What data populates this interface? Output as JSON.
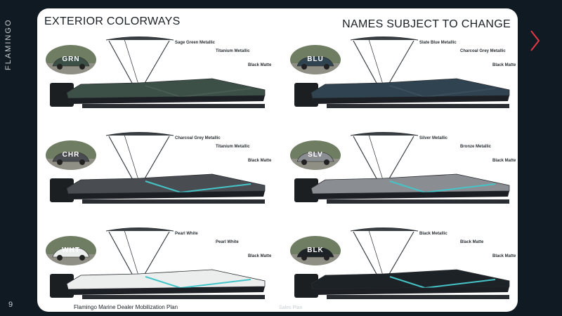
{
  "brand": "FLAMINGO",
  "page_number": "9",
  "title": "EXTERIOR COLORWAYS",
  "subtitle": "NAMES SUBJECT TO CHANGE",
  "footer": "Flamingo Marine Dealer Mobilization Plan",
  "footer_secondary": "Sales Plan",
  "accent": "#e63946",
  "panels": [
    {
      "code": "GRN",
      "hull": "#3c5048",
      "accent": "#4a5c52",
      "callouts": [
        "Sage Green Metallic",
        "Titanium Metallic",
        "Black Matte"
      ]
    },
    {
      "code": "BLU",
      "hull": "#2f4350",
      "accent": "#3a4e5c",
      "callouts": [
        "Slate Blue Metallic",
        "Charcoal Grey Metallic",
        "Black Matte"
      ]
    },
    {
      "code": "CHR",
      "hull": "#494d51",
      "accent": "#45c4c8",
      "callouts": [
        "Charcoal Grey Metallic",
        "Titanium Metallic",
        "Black Matte"
      ]
    },
    {
      "code": "SLV",
      "hull": "#8a8e93",
      "accent": "#45c4c8",
      "callouts": [
        "Silver Metallic",
        "Bronze Metallic",
        "Black Matte"
      ]
    },
    {
      "code": "WHT",
      "hull": "#eceeee",
      "accent": "#45c4c8",
      "callouts": [
        "Pearl White",
        "Pearl White",
        "Black Matte"
      ]
    },
    {
      "code": "BLK",
      "hull": "#1d2226",
      "accent": "#45c4c8",
      "callouts": [
        "Black Metallic",
        "Black Matte",
        "Black Matte"
      ]
    }
  ]
}
